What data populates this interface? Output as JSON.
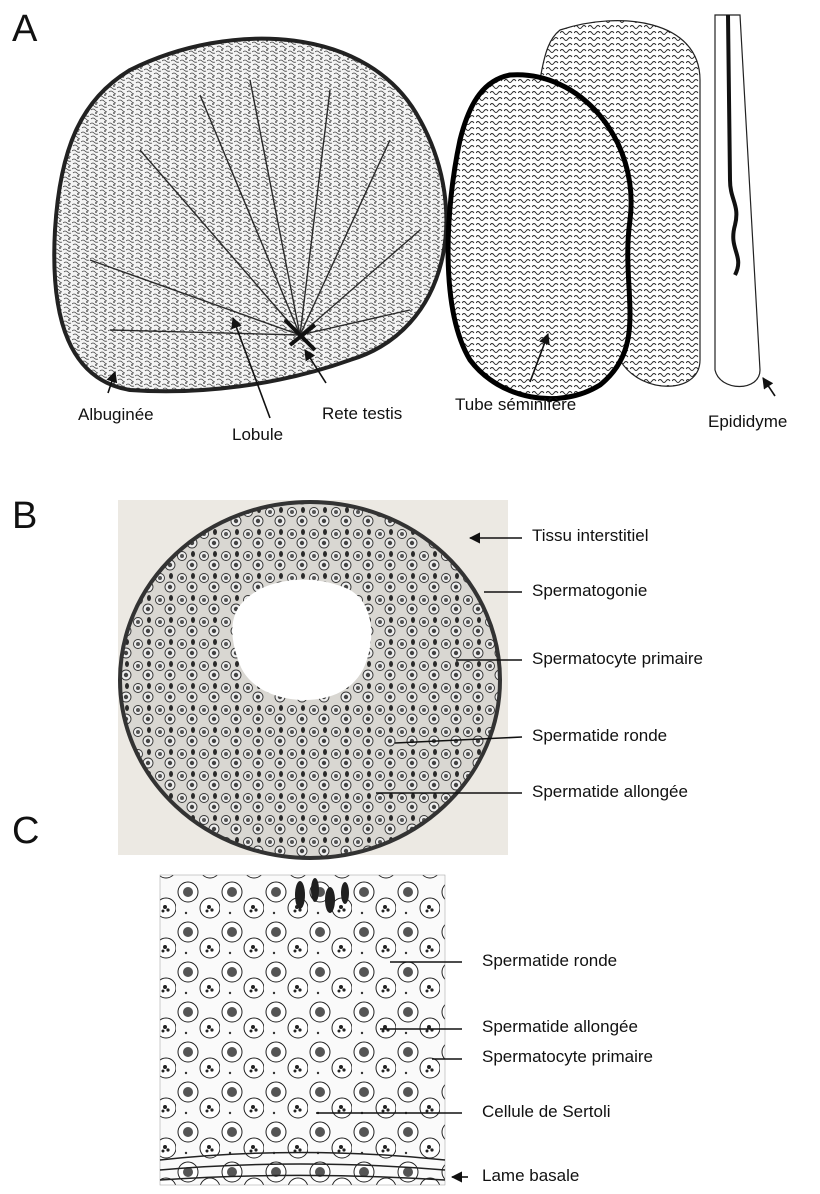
{
  "panels": {
    "A": {
      "letter": "A",
      "labels": {
        "albuginee": "Albuginée",
        "lobule": "Lobule",
        "rete_testis": "Rete testis",
        "tube_seminifere": "Tube séminifère",
        "epididyme": "Epididyme"
      }
    },
    "B": {
      "letter": "B",
      "labels": {
        "tissu_interstitiel": "Tissu interstitiel",
        "spermatogonie": "Spermatogonie",
        "spermatocyte_primaire": "Spermatocyte primaire",
        "spermatide_ronde": "Spermatide ronde",
        "spermatide_allongee": "Spermatide allongée"
      }
    },
    "C": {
      "letter": "C",
      "labels": {
        "spermatide_ronde": "Spermatide ronde",
        "spermatide_allongee": "Spermatide allongée",
        "spermatocyte_primaire": "Spermatocyte primaire",
        "cellule_sertoli": "Cellule de Sertoli",
        "lame_basale": "Lame basale"
      }
    }
  },
  "colors": {
    "ink": "#111111",
    "tissue_bg": "#f3f1ec",
    "dark_stain": "#2a2a2a"
  }
}
